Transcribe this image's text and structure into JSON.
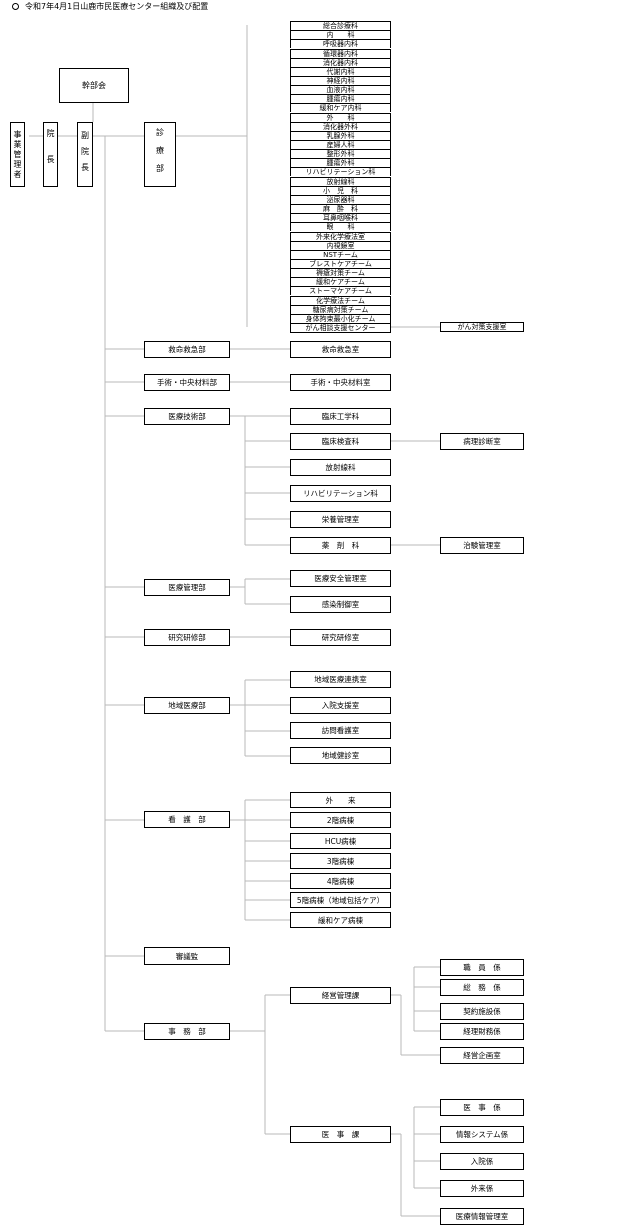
{
  "header": {
    "title": "令和7年4月1日山鹿市民医療センター組織及び配置"
  },
  "top": {
    "kanbu": "幹部会",
    "jimu_kanri": "事業管理者",
    "incho": "院長",
    "fukuincho": "副院長"
  },
  "shinryo": {
    "label": "診療部",
    "items": [
      "総合診療科",
      "内　　科",
      "呼吸器内科",
      "循環器内科",
      "消化器内科",
      "代謝内科",
      "神経内科",
      "血液内科",
      "腫瘍内科",
      "緩和ケア内科",
      "外　　科",
      "消化器外科",
      "乳腺外科",
      "産婦人科",
      "整形外科",
      "腫瘍外科",
      "リハビリテーション科",
      "放射線科",
      "小　児　科",
      "泌尿器科",
      "麻　酔　科",
      "耳鼻咽喉科",
      "眼　　科",
      "外来化学療法室",
      "内視鏡室",
      "NSTチーム",
      "ブレストケアチーム",
      "褥瘡対策チーム",
      "緩和ケアチーム",
      "ストーマケアチーム",
      "化学療法チーム",
      "糖尿病対策チーム",
      "身体拘束最小化チーム",
      "がん相談支援センター"
    ],
    "gan_support": "がん対策支援室"
  },
  "depts": {
    "kyumei": "救命救急部",
    "kyumei_room": "救命救急室",
    "shujutsu": "手術・中央材料部",
    "shujutsu_room": "手術・中央材料室",
    "gijutsu": "医療技術部",
    "gijutsu_items": [
      "臨床工学科",
      "臨床検査科",
      "放射線科",
      "リハビリテーション科",
      "栄養管理室",
      "薬　剤　科"
    ],
    "byori": "病理診断室",
    "chiken": "治験管理室",
    "kanri": "医療管理部",
    "kanri_items": [
      "医療安全管理室",
      "感染制御室"
    ],
    "kenkyu": "研究研修部",
    "kenkyu_room": "研究研修室",
    "chiiki": "地域医療部",
    "chiiki_items": [
      "地域医療連携室",
      "入院支援室",
      "訪問看護室",
      "地域健診室"
    ],
    "kango": "看　護　部",
    "kango_items": [
      "外　　来",
      "2階病棟",
      "HCU病棟",
      "3階病棟",
      "4階病棟",
      "5階病棟（地域包括ケア）",
      "緩和ケア病棟"
    ],
    "shingi": "審議監",
    "jimu": "事　務　部",
    "keiei": "経営管理課",
    "keiei_items": [
      "職　員　係",
      "総　務　係",
      "契約施設係",
      "経理財務係",
      "経営企画室"
    ],
    "iji": "医　事　課",
    "iji_items": [
      "医　事　係",
      "情報システム係",
      "入院係",
      "外来係",
      "医療情報管理室"
    ]
  }
}
